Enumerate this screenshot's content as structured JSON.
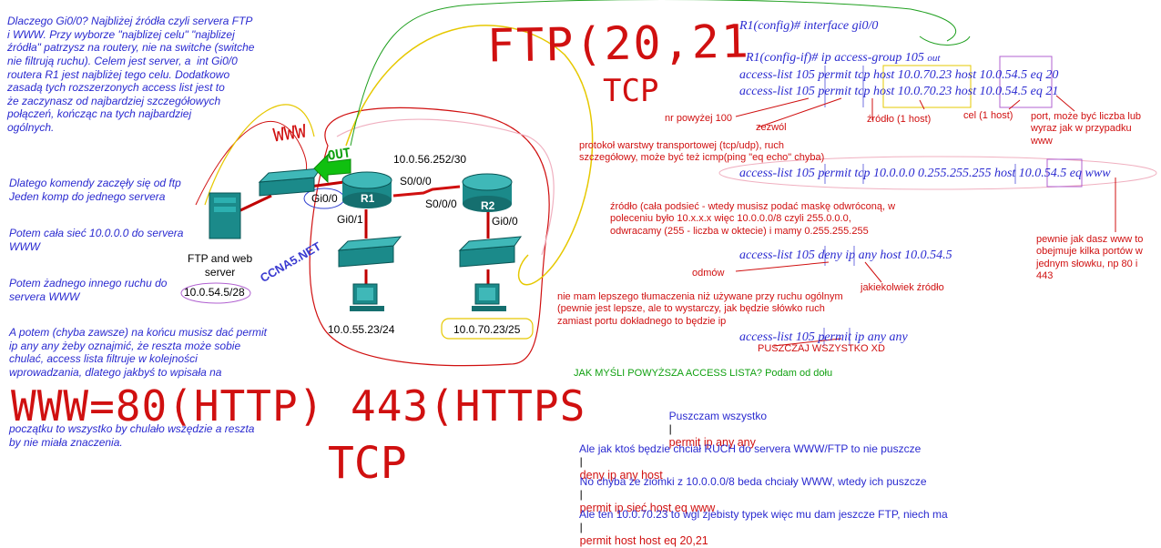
{
  "left_notes": {
    "paragraph1": "Dlaczego Gi0/0? Najbliżej źródła czyli servera FTP\ni WWW. Przy wyborze \"najblizej celu\" \"najblizej\nźródła\" patrzysz na routery, nie na switche (switche\nnie filtrują ruchu). Celem jest server, a  int Gi0/0\nroutera R1 jest najbliżej tego celu. Dodatkowo\nzasadą tych rozszerzonych access list jest to\nże zaczynasz od najbardziej szczegółowych\npołączeń, kończąc na tych najbardziej\nogólnych.",
    "paragraph2": "Dlatego komendy zaczęły się od ftp\nJeden komp do jednego servera",
    "paragraph3": "Potem cała sieć 10.0.0.0 do servera\nWWW",
    "paragraph4": "Potem żadnego innego ruchu do\nservera WWW",
    "paragraph5": "A potem (chyba zawsze) na końcu musisz dać permit\nip any any żeby oznajmić, że reszta może sobie\nchulać, access lista filtruje w kolejności\nwprowadzania, dlatego jakbyś to wpisała na",
    "paragraph6": "początku to wszystko by chulało wszędzie a reszta\nby nie miała znaczenia."
  },
  "handwriting": {
    "ftp_ports": "FTP(20,21",
    "ftp_tcp": "TCP",
    "www_ports": "WWW=80(HTTP) 443(HTTPS",
    "www_tcp": "TCP",
    "www_label": "WWW",
    "out_label": "OUT"
  },
  "topology": {
    "server_label": "FTP and web\nserver",
    "server_ip": "10.0.54.5/28",
    "r1": "R1",
    "r2": "R2",
    "r1_gi00": "Gi0/0",
    "r1_gi01": "Gi0/1",
    "r1_s000": "S0/0/0",
    "r2_s000": "S0/0/0",
    "r2_gi00": "Gi0/0",
    "serial_net": "10.0.56.252/30",
    "pc1_ip": "10.0.55.23/24",
    "pc2_ip": "10.0.70.23/25",
    "watermark": "CCNA5.NET"
  },
  "commands": {
    "line1": "R1(config)# interface gi0/0",
    "line2_prefix": "R1(config-if)# ip access-group 105 ",
    "line2_out": "out",
    "acl1": "access-list 105 permit tcp host 10.0.70.23 host 10.0.54.5 eq 20",
    "acl2": "access-list 105 permit tcp host 10.0.70.23 host 10.0.54.5 eq 21",
    "acl3": "access-list 105 permit tcp 10.0.0.0 0.255.255.255 host 10.0.54.5 eq www",
    "acl4": "access-list 105 deny ip any host 10.0.54.5",
    "acl5": "access-list 105 permit ip any any"
  },
  "annotations": {
    "nr": "nr powyżej 100",
    "zezwol": "zezwól",
    "zrodlo": "źródło (1 host)",
    "cel": "cel (1 host)",
    "port": "port, może być liczba lub\nwyraz jak w przypadku\nwww",
    "protokol": "protokoł warstwy transportowej (tcp/udp), ruch\nszczegółowy, może być też icmp(ping \"eq echo\" chyba)",
    "zrodlo_siec": "źródło (cała podsieć - wtedy musisz podać maskę odwróconą, w\npoleceniu było 10.x.x.x więc 10.0.0.0/8 czyli 255.0.0.0,\nodwracamy (255 - liczba w oktecie) i mamy 0.255.255.255",
    "www_ports": "pewnie jak dasz www to\nobejmuje kilka portów w\njednym słowku, np 80 i\n443",
    "odmow": "odmów",
    "jakiekolwiek": "jakiekolwiek źródło",
    "ip_note": "nie mam lepszego tłumaczenia niż używane przy ruchu ogólnym\n(pewnie jest lepsze, ale to wystarczy, jak będzie słówko ruch\nzamiast portu dokładnego to będzie ip",
    "puszczaj": "PUSZCZAJ WSZYSTKO XD"
  },
  "summary": {
    "heading": "JAK MYŚLI POWYŻSZA ACCESS LISTA? Podam od dołu",
    "rows": [
      {
        "text": "Puszczam wszystko",
        "rule": "permit ip any any"
      },
      {
        "text": "Ale jak ktoś będzie chciał RUCH do servera WWW/FTP to nie puszcze",
        "rule": "deny ip any host"
      },
      {
        "text": "No chyba że ziomki z 10.0.0.0/8 beda chciały WWW, wtedy ich puszcze",
        "rule": "permit ip sieć host eq www"
      },
      {
        "text": "Ale ten 10.0.70.23 to wgl zjebisty typek więc mu dam jeszcze FTP, niech ma",
        "rule": "permit host host eq 20,21"
      }
    ],
    "separator": "|"
  },
  "colors": {
    "blue": "#2a2ad0",
    "red": "#d01010",
    "green": "#10a010",
    "teal": "#1b8a8a",
    "link": "#c00000"
  }
}
